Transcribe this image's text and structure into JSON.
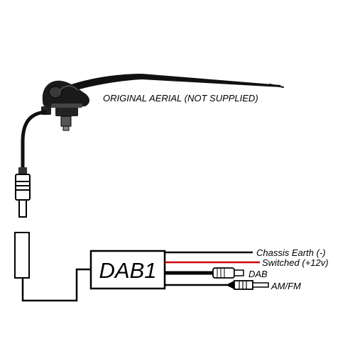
{
  "labels": {
    "aerial": "ORIGINAL AERIAL (NOT SUPPLIED)",
    "module": "DAB1",
    "chassis_earth": "Chassis Earth (-)",
    "switched": "Switched (+12v)",
    "dab": "DAB",
    "amfm": "AM/FM"
  },
  "colors": {
    "line": "#000000",
    "switched_wire": "#cc0000",
    "background": "#ffffff"
  }
}
